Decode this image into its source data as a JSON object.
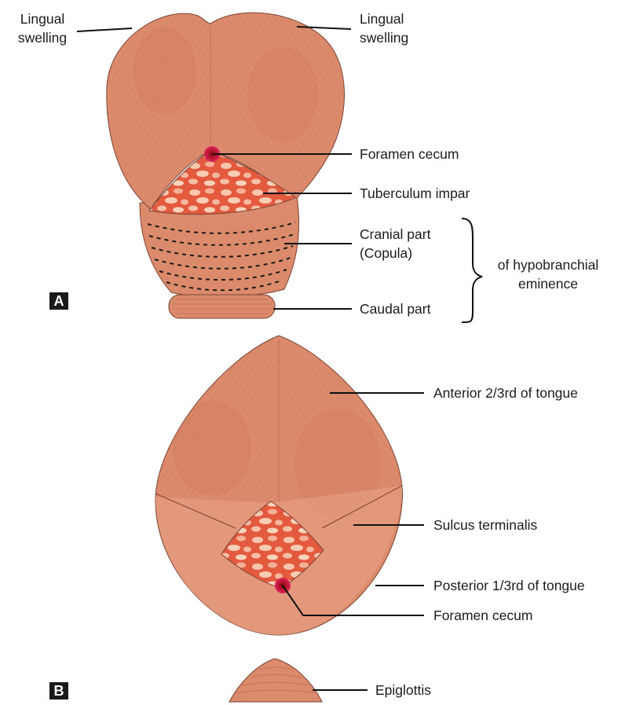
{
  "panel_a": {
    "badge": "A",
    "labels": {
      "lingual_swelling_left_line1": "Lingual",
      "lingual_swelling_left_line2": "swelling",
      "lingual_swelling_right_line1": "Lingual",
      "lingual_swelling_right_line2": "swelling",
      "foramen_cecum": "Foramen cecum",
      "tuberculum_impar": "Tuberculum impar",
      "cranial_part_line1": "Cranial part",
      "cranial_part_line2": "(Copula)",
      "caudal_part": "Caudal part",
      "hypobranchial_line1": "of hypobranchial",
      "hypobranchial_line2": "eminence"
    }
  },
  "panel_b": {
    "badge": "B",
    "labels": {
      "anterior": "Anterior 2/3rd of tongue",
      "sulcus_terminalis": "Sulcus terminalis",
      "posterior": "Posterior 1/3rd of tongue",
      "foramen_cecum": "Foramen cecum",
      "epiglottis": "Epiglottis"
    }
  },
  "colors": {
    "tissue": "#dc8a6c",
    "tissue_light": "#e8a487",
    "tissue_dark": "#c46f54",
    "outline": "#6a3a2c",
    "mucosa_red": "#e0442f",
    "mucosa_light": "#f6c2a8",
    "foramen_ring": "#d81b4a",
    "foramen_core": "#7a1010",
    "leader_line": "#111111"
  }
}
